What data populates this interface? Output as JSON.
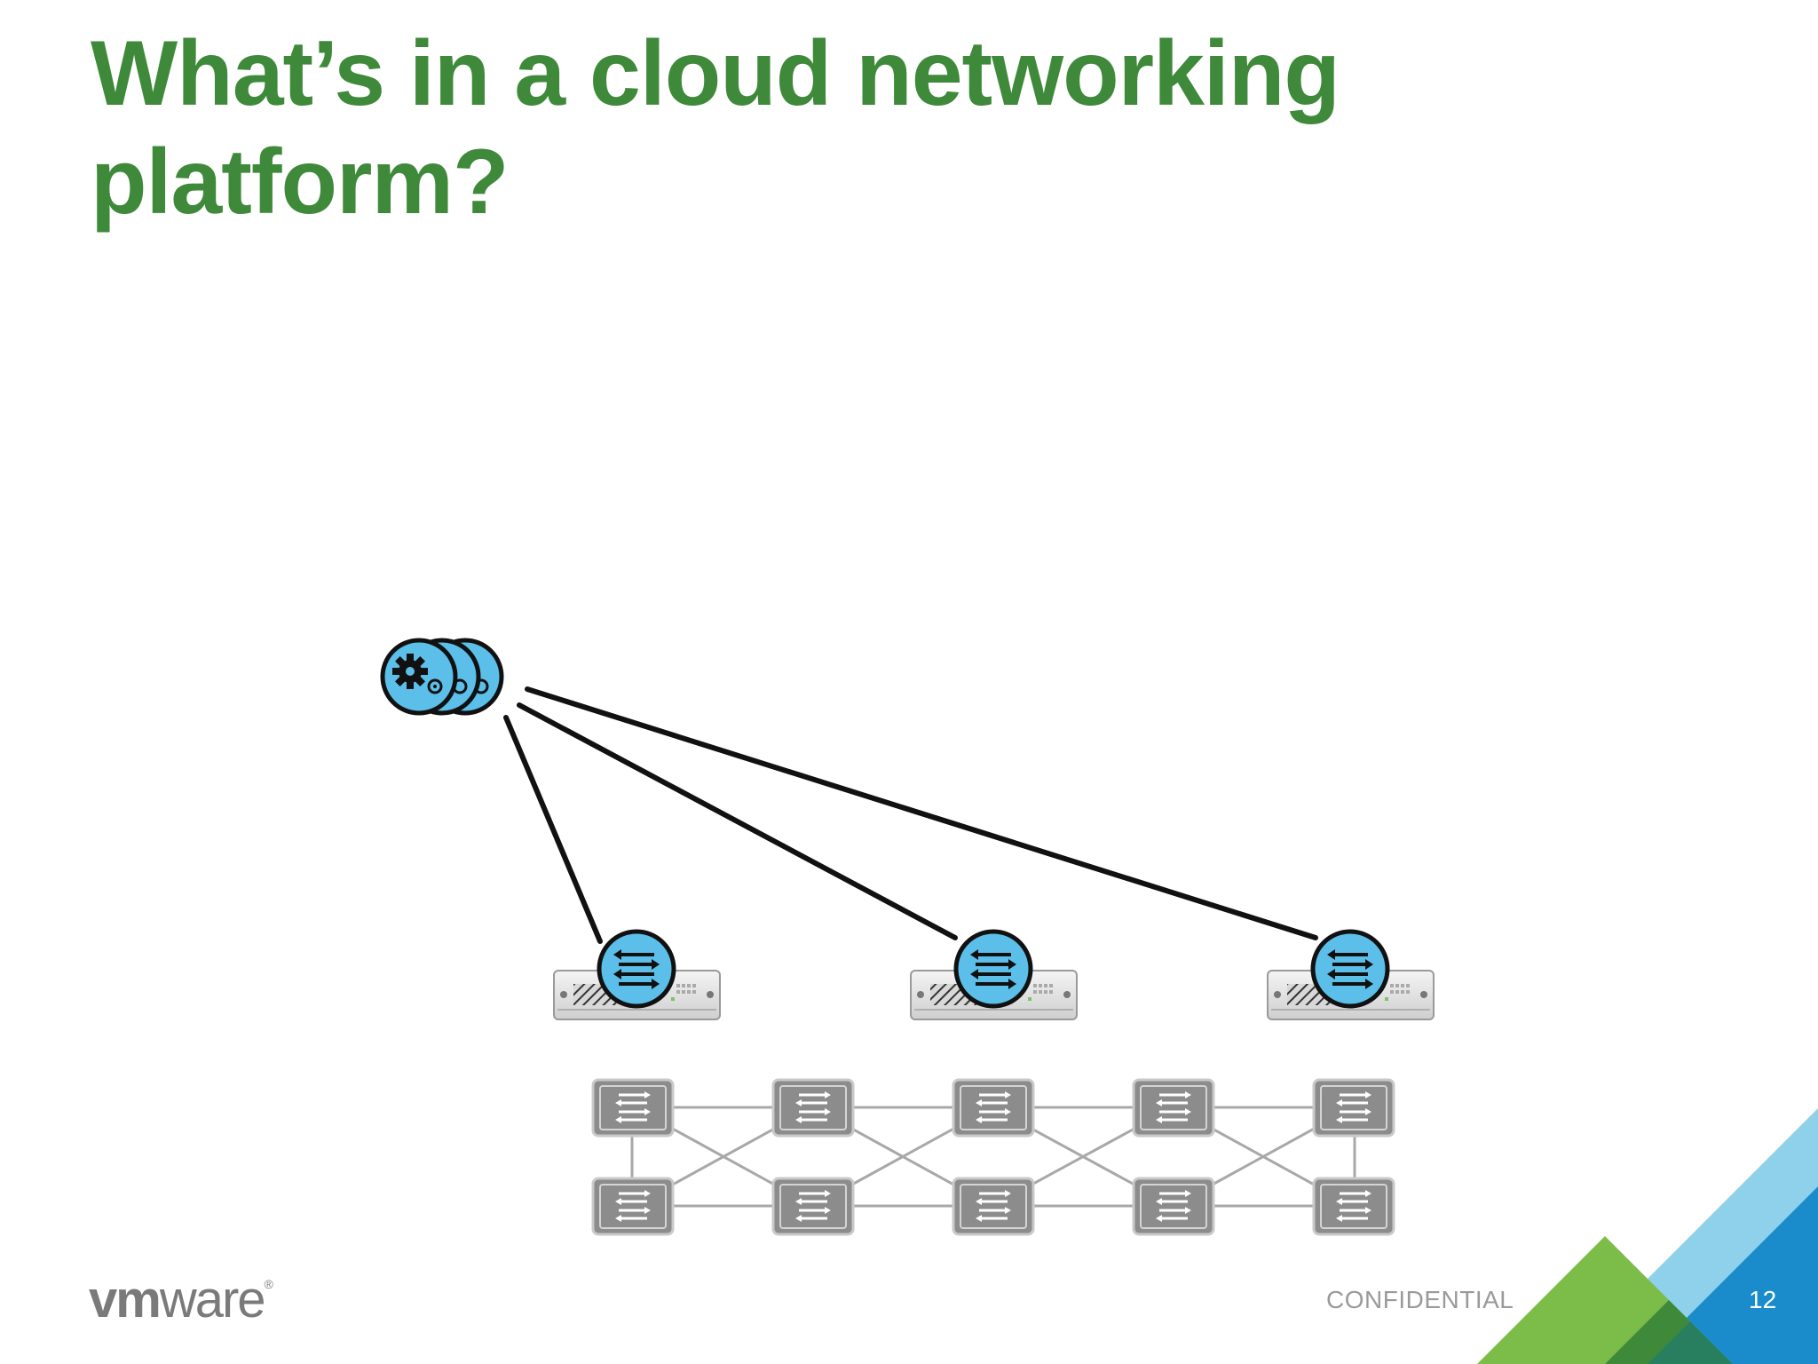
{
  "slide": {
    "title": "What’s in a cloud networking platform?",
    "confidential_label": "CONFIDENTIAL",
    "page_number": "12"
  },
  "footer": {
    "logo_vm": "vm",
    "logo_ware": "ware",
    "logo_mark": "®"
  },
  "diagram": {
    "controller_icon": "gear-cluster-icon",
    "vswitch_icon": "bidirectional-arrows-icon",
    "physical_switch_icon": "switch-arrows-icon",
    "hypervisor_count": 3,
    "fabric_top_row_count": 5,
    "fabric_bottom_row_count": 5
  },
  "colors": {
    "title": "#3f8a3a",
    "node_blue": "#5bbfea",
    "switch_gray": "#8c8c8c",
    "triangle_green_light": "#7cbd49",
    "triangle_green_dark": "#3f8a3a",
    "triangle_blue_light": "#8fd0ea",
    "triangle_blue_dark": "#1a8ccc"
  }
}
